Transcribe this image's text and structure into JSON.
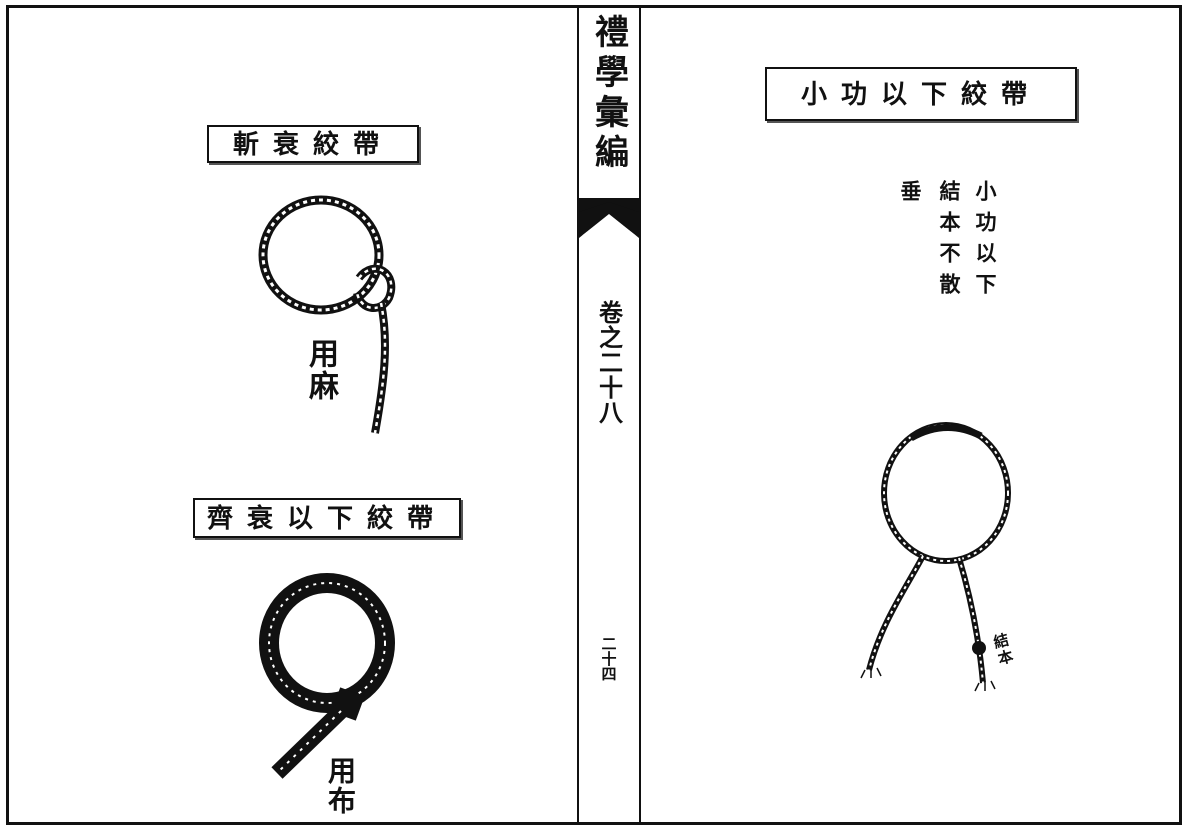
{
  "left_page": {
    "title_top": "斬衰絞帶",
    "material_top": "用麻",
    "title_bottom": "齊衰以下絞帶",
    "material_bottom": "用布"
  },
  "spine": {
    "book_title": "禮學彙編",
    "volume": "卷之二十八",
    "page_number": "二十四"
  },
  "right_page": {
    "title": "小功以下絞帶",
    "note_columns": [
      "小功以下",
      "結本不散",
      "垂"
    ],
    "knot_label": "結本"
  },
  "colors": {
    "ink": "#111111",
    "paper": "#ffffff"
  },
  "icons": [
    "hemp-rope-loop-icon",
    "cloth-band-loop-icon",
    "knotted-cord-loop-icon"
  ]
}
